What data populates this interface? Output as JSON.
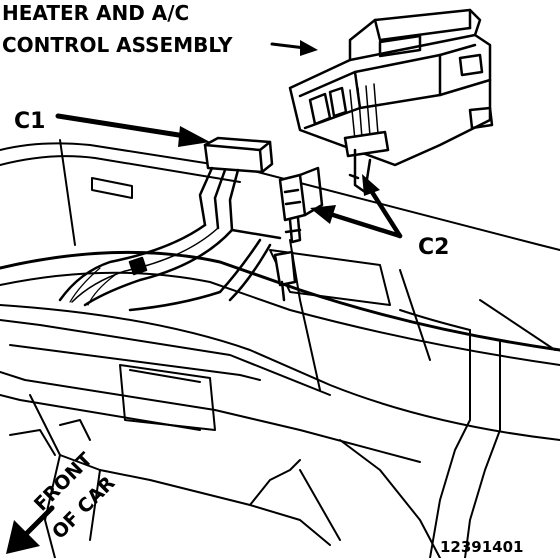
{
  "labels": {
    "title_line1": "HEATER AND A/C",
    "title_line2": "CONTROL ASSEMBLY",
    "c1": "C1",
    "c2": "C2",
    "front_line1": "FRONT",
    "front_line2": "OF CAR",
    "part_number": "12391401"
  },
  "style": {
    "ink": "#000000",
    "paper": "#ffffff"
  }
}
